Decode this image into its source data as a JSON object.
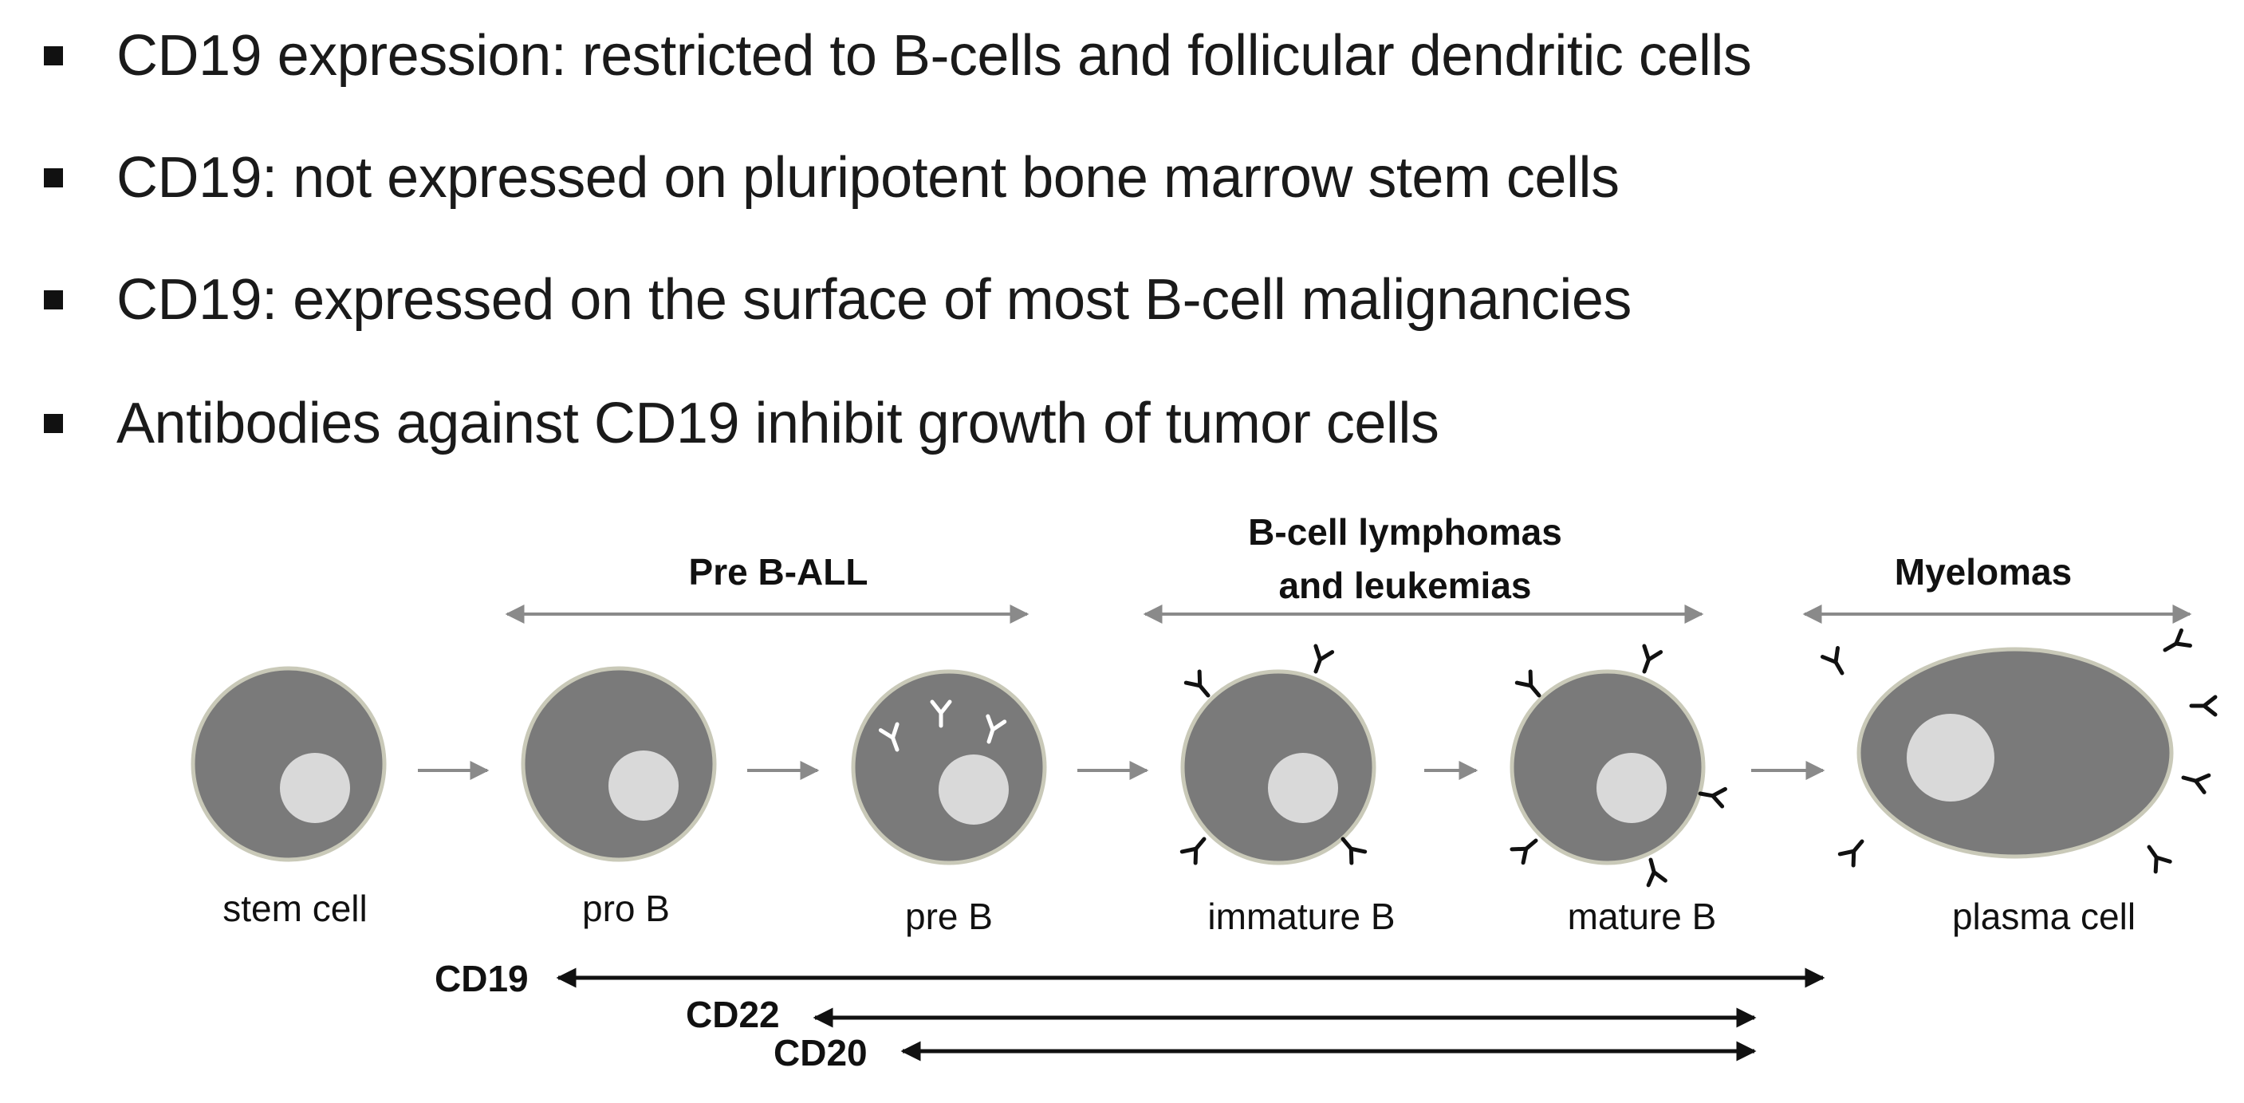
{
  "bullets": [
    "CD19 expression: restricted to B-cells and follicular dendritic cells",
    "CD19: not expressed on pluripotent bone marrow stem cells",
    "CD19: expressed on the surface of most B-cell malignancies",
    "Antibodies against CD19 inhibit growth of tumor cells"
  ],
  "diagram": {
    "groups": {
      "pre_b_all": "Pre B-ALL",
      "lymphomas_line1": "B-cell lymphomas",
      "lymphomas_line2": "and leukemias",
      "myelomas": "Myelomas"
    },
    "cells": {
      "stem": "stem cell",
      "pro_b": "pro B",
      "pre_b": "pre B",
      "immature_b": "immature B",
      "mature_b": "mature B",
      "plasma": "plasma cell"
    },
    "markers": {
      "cd19": "CD19",
      "cd22": "CD22",
      "cd20": "CD20"
    }
  },
  "colors": {
    "cell_body": "#7a7a7a",
    "cell_border": "#c9c9b8",
    "nucleus": "#d9d9d9",
    "arrow_gray": "#8a8a8a",
    "arrow_dark": "#111111",
    "text": "#1a1a1a"
  },
  "icons": {
    "bullet": "square-bullet-icon",
    "antibody": "antibody-y-icon",
    "flow_arrow": "right-arrow-icon",
    "range_arrow": "double-headed-arrow-icon"
  }
}
